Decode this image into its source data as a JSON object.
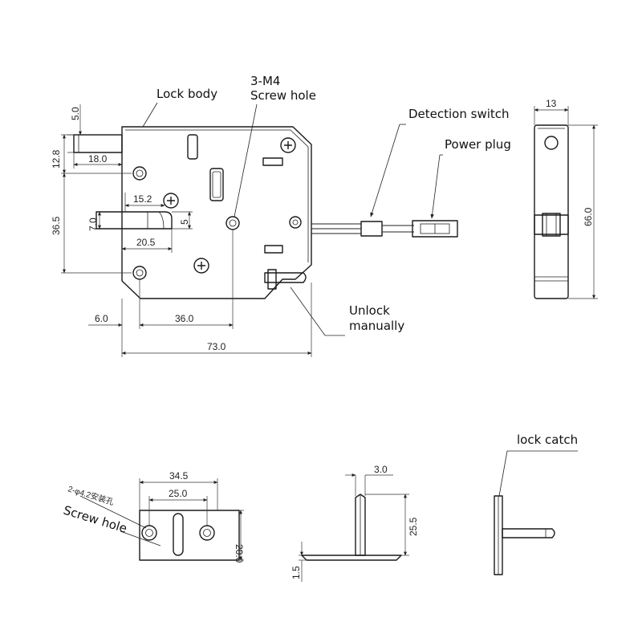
{
  "labels": {
    "lock_body": "Lock body",
    "screw_spec": "3-M4",
    "screw_hole": "Screw hole",
    "detection_switch": "Detection switch",
    "power_plug": "Power plug",
    "unlock": "Unlock",
    "manually": "manually",
    "catch_screw_hole": "Screw hole",
    "catch_screw_spec": "2-φ4.2安装孔",
    "lock_catch": "lock catch"
  },
  "dimensions": {
    "latch_tip_height": "5.0",
    "latch_length": "18.0",
    "top_offset": "12.8",
    "screw_spacing_v": "36.5",
    "bolt_height": "7.0",
    "bolt_width_small": "5",
    "inner_15_2": "15.2",
    "bolt_length": "20.5",
    "left_offset": "6.0",
    "screw_spacing_h": "36.0",
    "body_width": "73.0",
    "side_thickness": "13",
    "side_height": "66.0",
    "catch_width": "34.5",
    "catch_hole_spacing": "25.0",
    "catch_height": "20.0",
    "catch_tab_thickness": "3.0",
    "catch_tab_height": "25.5",
    "catch_plate_thickness": "1.5"
  }
}
